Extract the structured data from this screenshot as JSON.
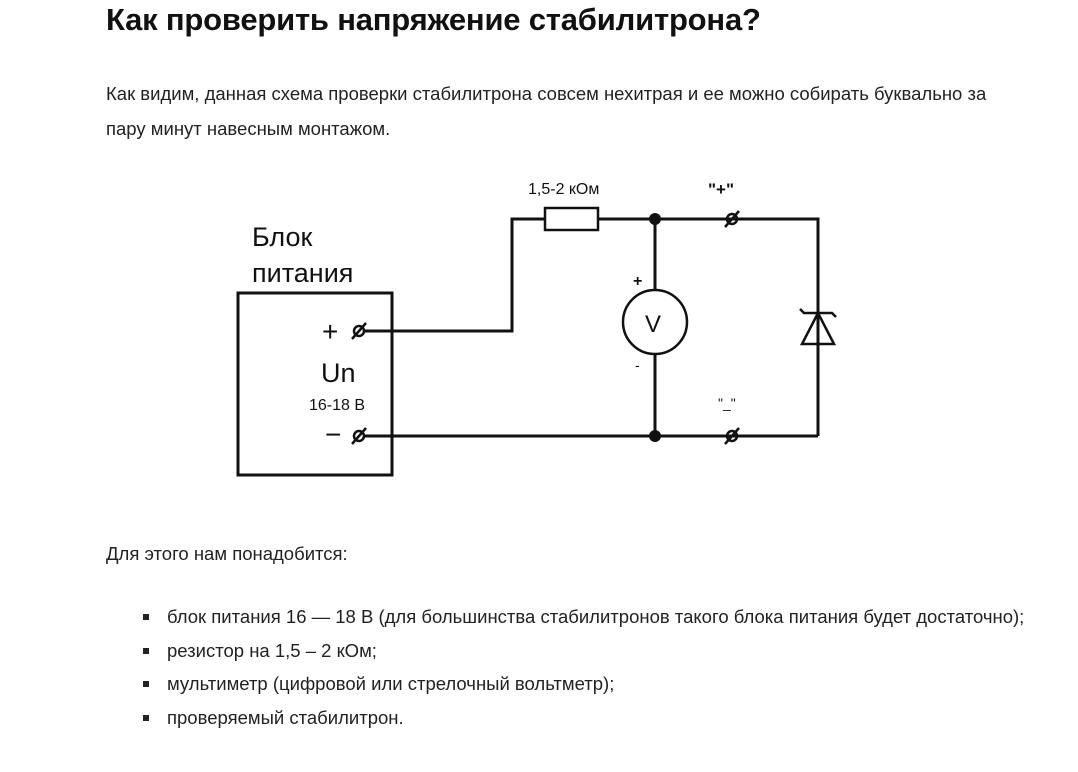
{
  "title": "Как проверить напряжение стабилитрона?",
  "intro": "Как видим, данная схема проверки стабилитрона совсем нехитрая и ее можно собирать буквально за пару минут навесным монтажом.",
  "diagram": {
    "psu_label_1": "Блок",
    "psu_label_2": "питания",
    "plus": "+",
    "minus": "−",
    "un": "Un",
    "voltage": "16-18 В",
    "resistor": "1,5-2 кОм",
    "terminal_plus": "\"+\"",
    "terminal_minus": "\"_\"",
    "voltmeter": "V",
    "vm_plus": "+",
    "vm_minus": "-"
  },
  "need": "Для этого нам понадобится:",
  "items": [
    "блок питания 16 — 18 В (для большинства стабилитронов такого блока питания будет достаточно);",
    "резистор на 1,5 – 2 кОм;",
    "мультиметр (цифровой или стрелочный вольтметр);",
    "проверяемый стабилитрон."
  ]
}
